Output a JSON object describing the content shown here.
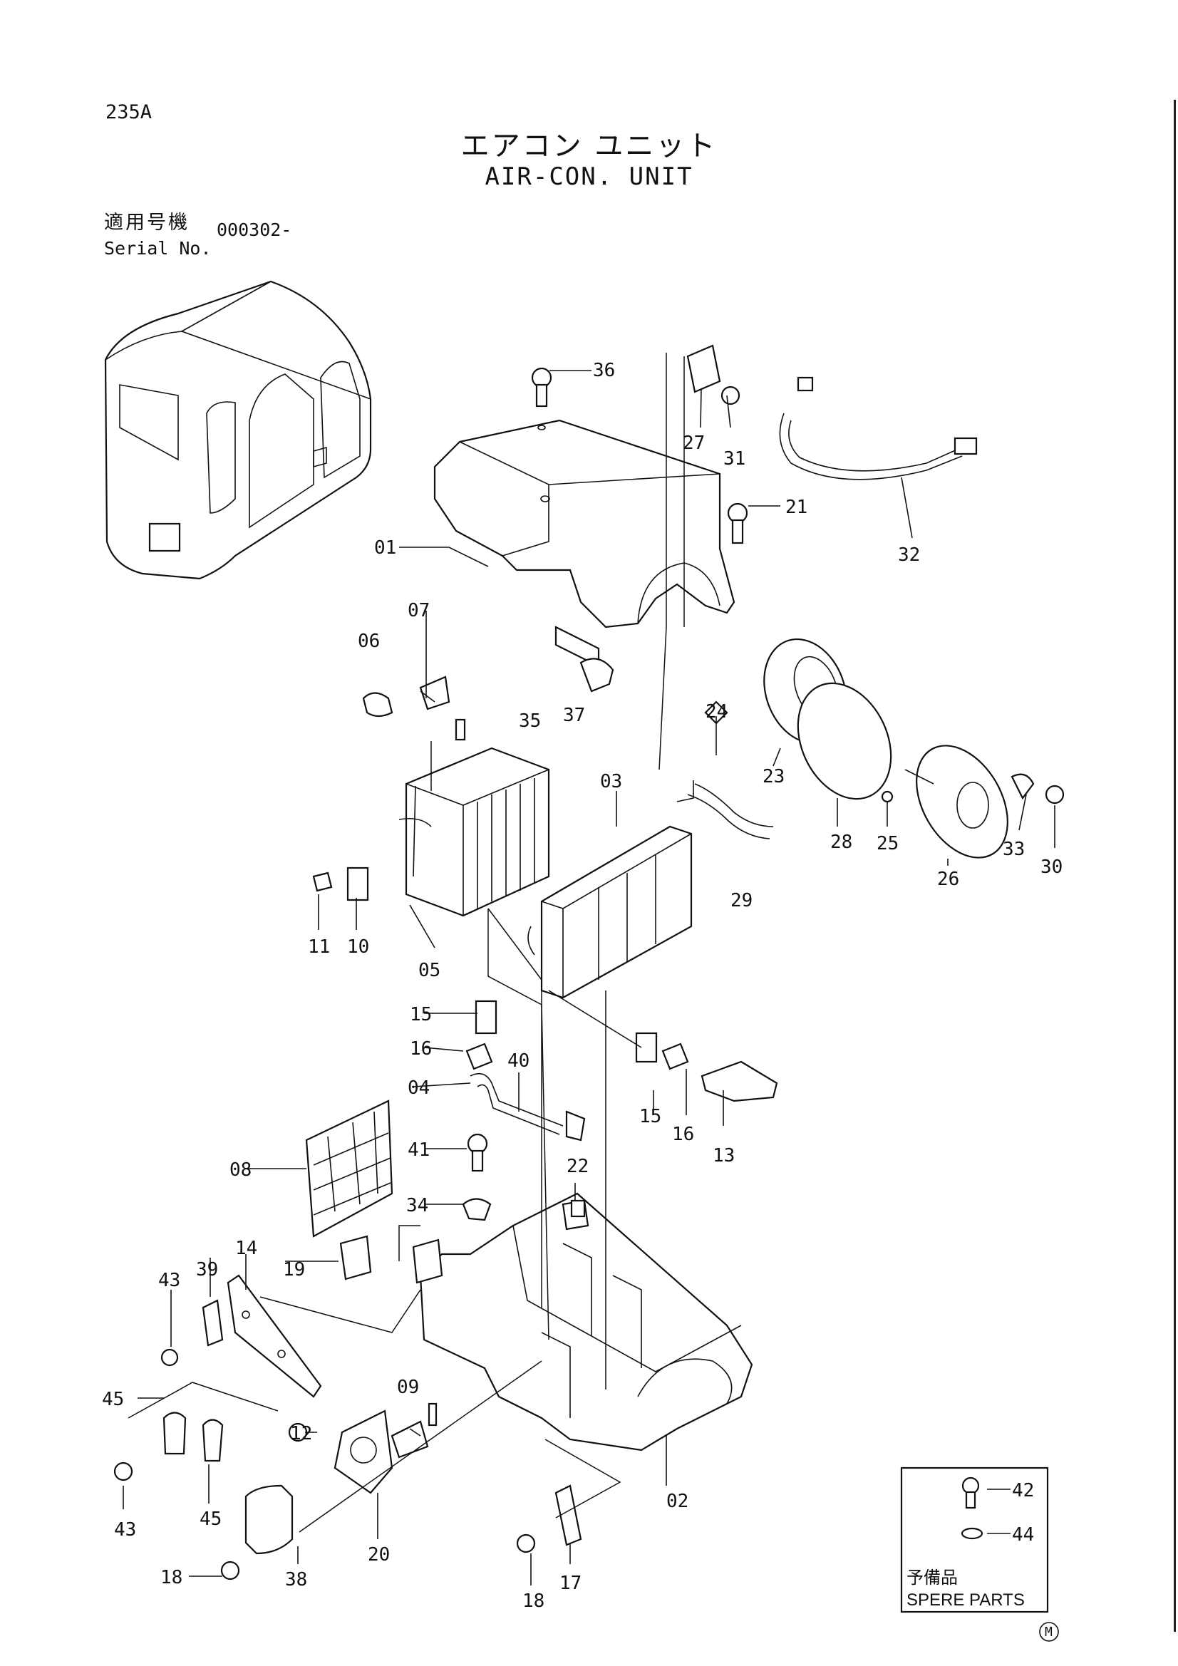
{
  "header": {
    "page_code": "235A",
    "title_jp": "エアコン ユニット",
    "title_en": "AIR-CON. UNIT",
    "serial_label_jp": "適用号機",
    "serial_label_en": "Serial No.",
    "serial_value": "000302-"
  },
  "callouts": {
    "p01": "01",
    "p02": "02",
    "p03": "03",
    "p04": "04",
    "p05": "05",
    "p06": "06",
    "p07": "07",
    "p08": "08",
    "p09": "09",
    "p10": "10",
    "p11": "11",
    "p12": "12",
    "p13": "13",
    "p14": "14",
    "p15a": "15",
    "p15b": "15",
    "p16a": "16",
    "p16b": "16",
    "p17": "17",
    "p18a": "18",
    "p18b": "18",
    "p19": "19",
    "p20": "20",
    "p21": "21",
    "p22": "22",
    "p23": "23",
    "p24": "24",
    "p25": "25",
    "p26": "26",
    "p27": "27",
    "p28": "28",
    "p29": "29",
    "p30": "30",
    "p31": "31",
    "p32": "32",
    "p33": "33",
    "p34": "34",
    "p35": "35",
    "p36": "36",
    "p37": "37",
    "p38": "38",
    "p39": "39",
    "p40": "40",
    "p41": "41",
    "p42": "42",
    "p43a": "43",
    "p43b": "43",
    "p44": "44",
    "p45a": "45",
    "p45b": "45"
  },
  "spare_parts": {
    "label_jp": "予備品",
    "label_en": "SPERE PARTS"
  },
  "corner_mark": "M"
}
